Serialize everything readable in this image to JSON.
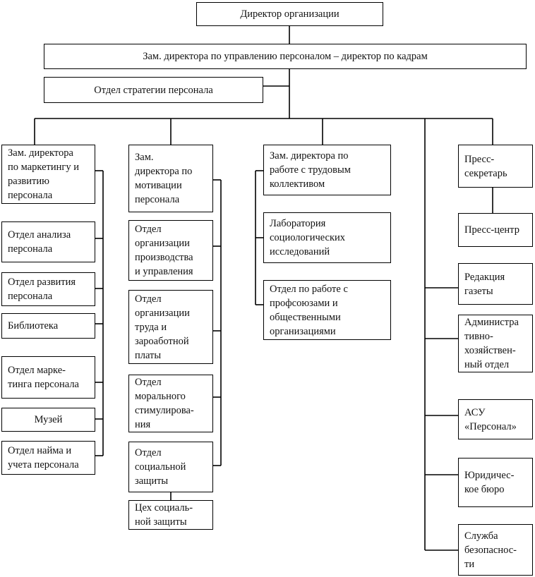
{
  "colors": {
    "background": "#ffffff",
    "line": "#000000",
    "box_border": "#000000",
    "text": "#111111"
  },
  "chart": {
    "type": "org-chart",
    "root": "Директор организации",
    "deputy": "Зам. директора по управлению персоналом – директор по кадрам",
    "strategy": "Отдел стратегии персонала",
    "columns": [
      {
        "name": "marketing-and-development",
        "head": "Зам. директора\nпо маркетингу и\nразвитию\nперсонала",
        "children": [
          "Отдел анализа\nперсонала",
          "Отдел развития\nперсонала",
          "Библиотека",
          "Отдел марке-\nтинга персонала",
          "Музей",
          "Отдел найма и\nучета персонала"
        ]
      },
      {
        "name": "motivation",
        "head": "Зам.\nдиректора по\nмотивации\nперсонала",
        "children": [
          "Отдел\nорганизации\nпроизводства\nи управления",
          "Отдел\nорганизации\nтруда и\nзароаботной\nплаты",
          "Отдел\nморального\nстимулирова-\nния",
          "Отдел\nсоциальной\nзащиты",
          "Цех социаль-\nной защиты"
        ]
      },
      {
        "name": "labor-collective",
        "head": "Зам. директора по\nработе с трудовым\nколлективом",
        "children": [
          "Лаборатория\nсоциологических\nисследований",
          "Отдел по работе с\nпрофсоюзами и\nобщественными\nорганизациями"
        ]
      },
      {
        "name": "press",
        "head": "Пресс-\nсекретарь",
        "children": [
          "Пресс-центр",
          "Редакция\nгазеты",
          "Администра\nтивно-\nхозяйствен-\nный отдел",
          "АСУ\n«Персонал»",
          "Юридичес-\nкое бюро",
          "Служба\nбезопаснос-\nти"
        ]
      }
    ]
  }
}
